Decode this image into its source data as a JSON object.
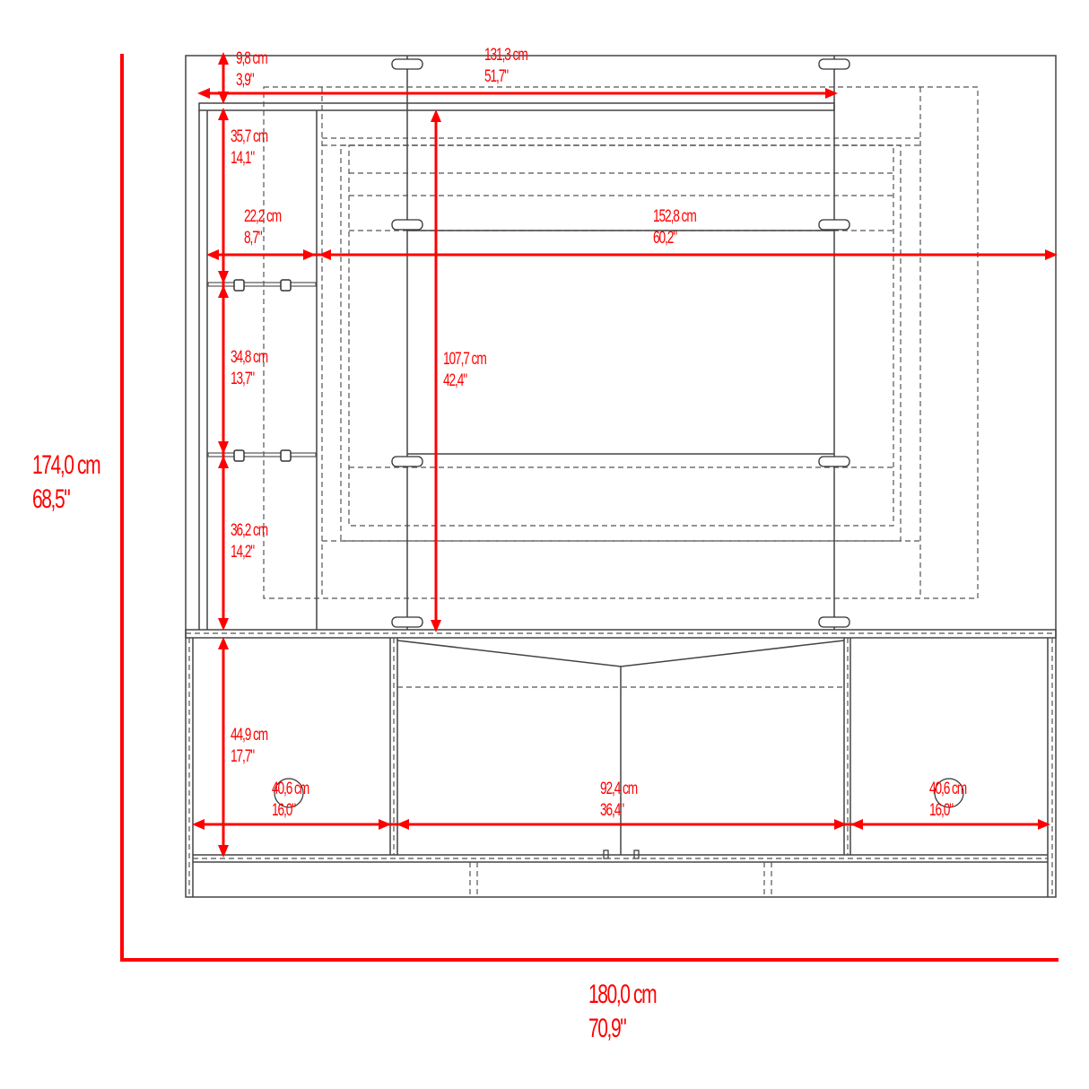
{
  "diagram": {
    "type": "furniture dimension drawing",
    "subject": "TV entertainment center with side shelving unit, lower cabinet and drawers",
    "accent_color": "#ff0000",
    "line_color": "#444444"
  },
  "overall": {
    "height": {
      "cm": "174,0 cm",
      "in": "68,5\""
    },
    "width": {
      "cm": "180,0 cm",
      "in": "70,9\""
    }
  },
  "dimensions": {
    "top_gap": {
      "cm": "9,8 cm",
      "in": "3,9\""
    },
    "top_panel_width": {
      "cm": "131,3 cm",
      "in": "51,7\""
    },
    "shelf_1_height": {
      "cm": "35,7 cm",
      "in": "14,1\""
    },
    "side_unit_width": {
      "cm": "22,2 cm",
      "in": "8,7\""
    },
    "tv_area_width": {
      "cm": "152,8 cm",
      "in": "60,2\""
    },
    "shelf_2_height": {
      "cm": "34,8 cm",
      "in": "13,7\""
    },
    "tv_area_height": {
      "cm": "107,7 cm",
      "in": "42,4\""
    },
    "shelf_3_height": {
      "cm": "36,2 cm",
      "in": "14,2\""
    },
    "cabinet_height": {
      "cm": "44,9 cm",
      "in": "17,7\""
    },
    "left_compartment_width": {
      "cm": "40,6 cm",
      "in": "16,0\""
    },
    "center_compartment_width": {
      "cm": "92,4 cm",
      "in": "36,4\""
    },
    "right_compartment_width": {
      "cm": "40,6 cm",
      "in": "16,0\""
    }
  }
}
